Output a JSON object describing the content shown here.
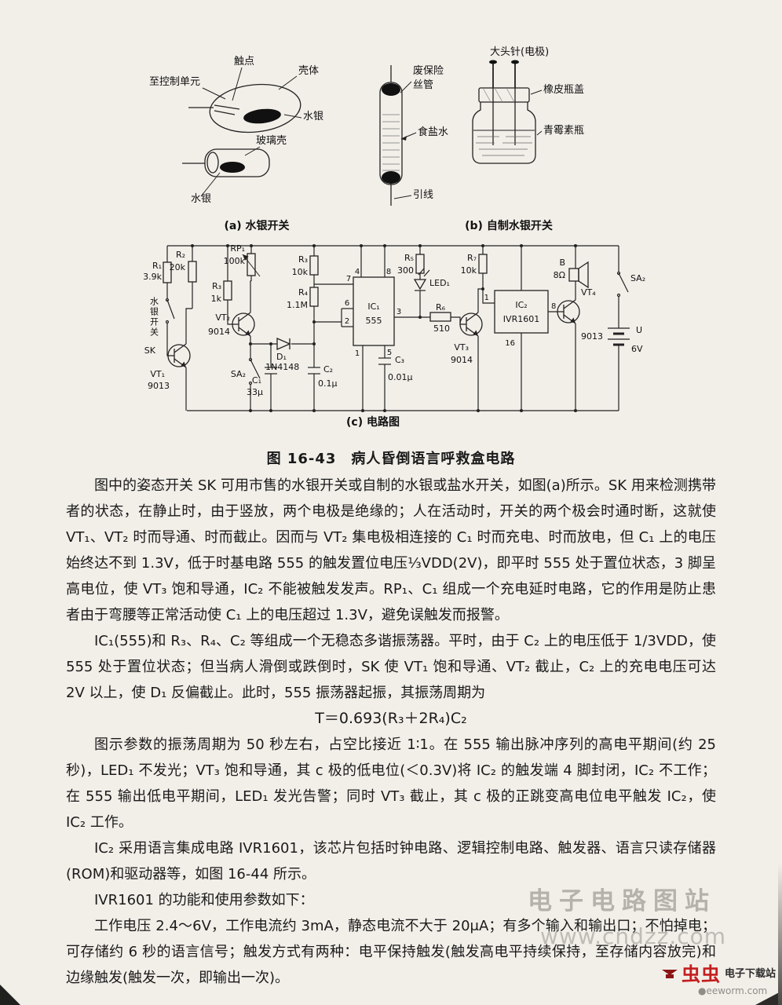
{
  "figure": {
    "caption": "图 16-43　病人昏倒语言呼救盒电路",
    "sub_a": "(a) 水银开关",
    "sub_b": "(b) 自制水银开关",
    "sub_c": "(c) 电路图"
  },
  "illus": {
    "to_control_unit": "至控制单元",
    "contact": "触点",
    "shell": "壳体",
    "mercury": "水银",
    "glass_shell": "玻璃壳",
    "mercury2": "水银",
    "fuse_line1": "废保险",
    "fuse_line2": "丝管",
    "salt_water": "食盐水",
    "lead_wire": "引线",
    "pin_electrode": "大头针(电极)",
    "rubber_cap": "橡皮瓶盖",
    "penicillin_bottle": "青霉素瓶"
  },
  "circuit": {
    "r1": "R₁",
    "r1v": "3.9k",
    "sk_name": "水银开关",
    "sk": "SK",
    "vt1": "VT₁",
    "vt1v": "9013",
    "r2": "R₂",
    "r2v": "20k",
    "rp1": "RP₁",
    "rp1v": "100k",
    "r3a": "R₃",
    "r3av": "1k",
    "vt2": "VT₂",
    "vt2v": "9014",
    "sa2a": "SA₂",
    "d1": "D₁",
    "d1v": "1N4148",
    "c1": "C₁",
    "c1v": "33μ",
    "r3b": "R₃",
    "r3bv": "10k",
    "r4": "R₄",
    "r4v": "1.1M",
    "c2": "C₂",
    "c2v": "0.1μ",
    "ic1": "IC₁",
    "ic1v": "555",
    "pin7": "7",
    "pin6": "6",
    "pin2": "2",
    "pin4": "4",
    "pin8": "8",
    "pin3": "3",
    "pin1": "1",
    "pin5": "5",
    "c3": "C₃",
    "c3v": "0.01μ",
    "led1": "LED₁",
    "r5": "R₅",
    "r5v": "300",
    "r6": "R₆",
    "r6v": "510",
    "vt3": "VT₃",
    "vt3v": "9014",
    "r7": "R₇",
    "r7v": "10k",
    "ic2": "IC₂",
    "ic2v": "IVR1601",
    "ic2pin16": "16",
    "ic2pin1": "1",
    "ic2pin8": "8",
    "vt4": "VT₄",
    "vt4v": "9013",
    "spk": "B",
    "spkv": "8Ω",
    "sa2b": "SA₂",
    "u": "U",
    "uv": "6V"
  },
  "body": {
    "p1": "图中的姿态开关 SK 可用市售的水银开关或自制的水银或盐水开关，如图(a)所示。SK 用来检测携带者的状态，在静止时，由于竖放，两个电极是绝缘的；人在活动时，开关的两个极会时通时断，这就使 VT₁、VT₂ 时而导通、时而截止。因而与 VT₂ 集电极相连接的 C₁ 时而充电、时而放电，但 C₁ 上的电压始终达不到 1.3V，低于时基电路 555 的触发置位电压⅓VDD(2V)，即平时 555 处于置位状态，3 脚呈高电位，使 VT₃ 饱和导通，IC₂ 不能被触发发声。RP₁、C₁ 组成一个充电延时电路，它的作用是防止患者由于弯腰等正常活动使 C₁ 上的电压超过 1.3V，避免误触发而报警。",
    "p2": "IC₁(555)和 R₃、R₄、C₂ 等组成一个无稳态多谐振荡器。平时，由于 C₂ 上的电压低于 1/3VDD，使 555 处于置位状态；但当病人滑倒或跌倒时，SK 使 VT₁ 饱和导通、VT₂ 截止，C₂ 上的充电电压可达 2V 以上，使 D₁ 反偏截止。此时，555 振荡器起振，其振荡周期为",
    "formula": "T＝0.693(R₃＋2R₄)C₂",
    "p3": "图示参数的振荡周期为 50 秒左右，占空比接近 1∶1。在 555 输出脉冲序列的高电平期间(约 25 秒)，LED₁ 不发光；VT₃ 饱和导通，其 c 极的低电位(＜0.3V)将 IC₂ 的触发端 4 脚封闭，IC₂ 不工作；在 555 输出低电平期间，LED₁ 发光告警；同时 VT₃ 截止，其 c 极的正跳变高电位电平触发 IC₂，使 IC₂ 工作。",
    "p4": "IC₂ 采用语言集成电路 IVR1601，该芯片包括时钟电路、逻辑控制电路、触发器、语言只读存储器(ROM)和驱动器等，如图 16-44 所示。",
    "p5": "IVR1601 的功能和使用参数如下：",
    "p6": "工作电压 2.4～6V，工作电流约 3mA，静态电流不大于 20μA；有多个输入和输出口；不怕掉电；可存储约 6 秒的语言信号；触发方式有两种：电平保持触发(触发高电平持续保持，至存储内容放完)和边缘触发(触发一次，即输出一次)。"
  },
  "watermark": {
    "site_name": "电子电路图站",
    "site_url": "www.cndzz.com",
    "logo_text": "虫虫",
    "logo_label": "电子下载站",
    "logo_url": "●eeworm.com"
  }
}
